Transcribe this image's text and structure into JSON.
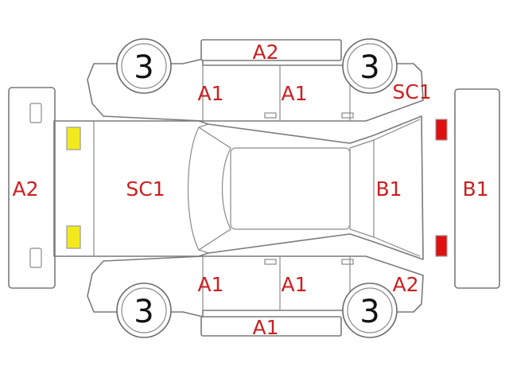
{
  "damage_codes": {
    "roof": "A2",
    "door_top_left": "A1",
    "door_top_right": "A1",
    "rear_quarter_top": "SC1",
    "front_bumper": "A2",
    "hood": "SC1",
    "rear_glass": "B1",
    "rear_bumper": "B1",
    "door_bottom_left": "A1",
    "door_bottom_right": "A1",
    "rear_quarter_bottom": "A2",
    "sill_bottom": "A1"
  },
  "wheels": {
    "front_top": "3",
    "rear_top": "3",
    "front_bottom": "3",
    "rear_bottom": "3"
  },
  "colors": {
    "label": "#cc1f1f",
    "headlight": "#f2ea1c",
    "taillight": "#e01010",
    "outline": "#7a7a7a"
  }
}
